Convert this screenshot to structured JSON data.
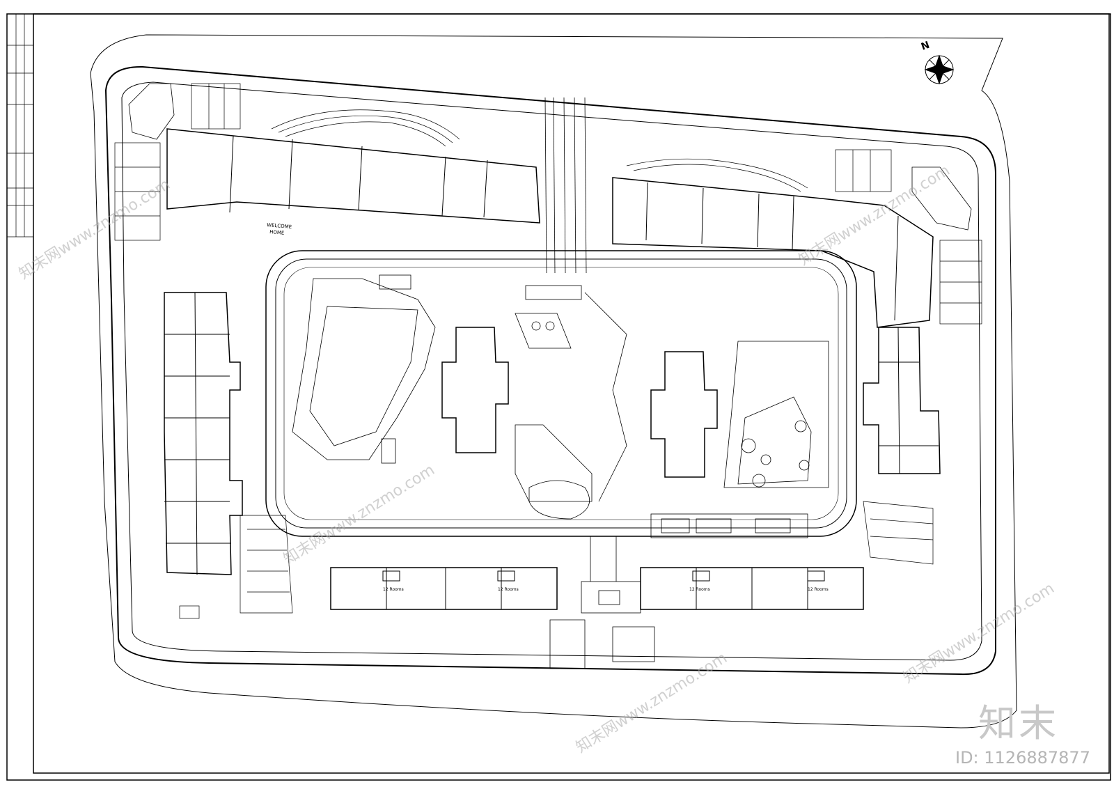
{
  "drawing": {
    "north_label": "N",
    "entrance_sign": [
      "WELCOME",
      "HOME"
    ],
    "unit_label": "12 Rooms"
  },
  "watermark": {
    "logo": "知末",
    "id_text": "ID: 1126887877",
    "site_text": "知末网www.znzmo.com"
  },
  "colors": {
    "line": "#000000",
    "paper": "#ffffff",
    "watermark": "#c0c0c0"
  }
}
